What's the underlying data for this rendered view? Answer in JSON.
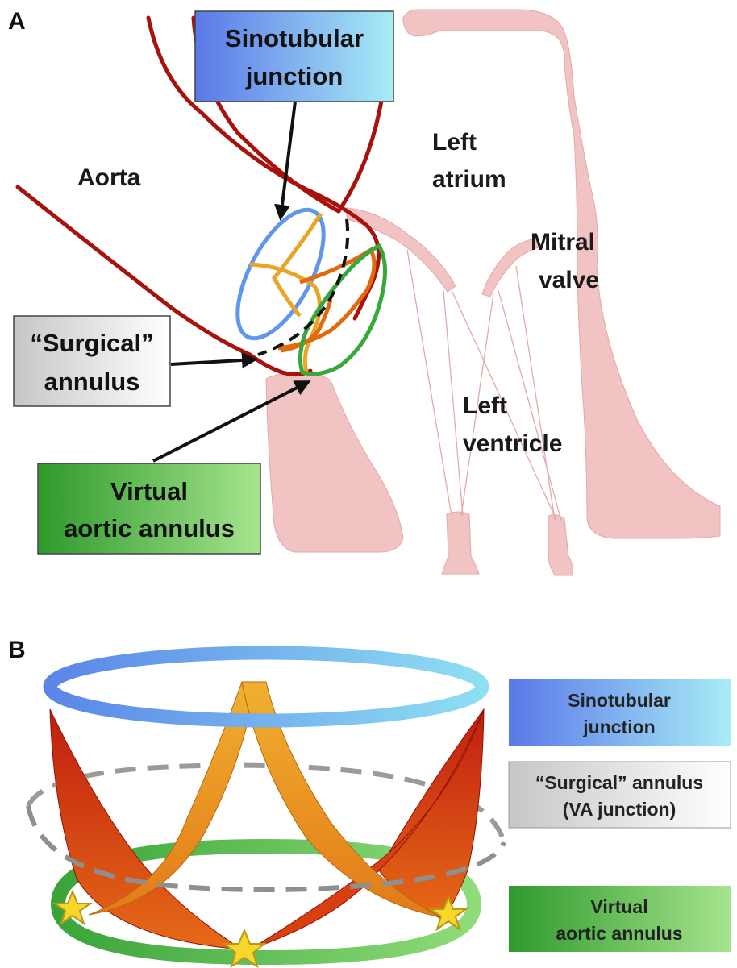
{
  "panel_a": {
    "letter": "A",
    "labels": {
      "aorta": "Aorta",
      "left_atrium_1": "Left",
      "left_atrium_2": "atrium",
      "mitral_1": "Mitral",
      "mitral_2": "valve",
      "left_ventricle_1": "Left",
      "left_ventricle_2": "ventricle"
    },
    "boxes": {
      "sinotubular_1": "Sinotubular",
      "sinotubular_2": "junction",
      "surgical_1": "“Surgical”",
      "surgical_2": "annulus",
      "virtual_1": "Virtual",
      "virtual_2": "aortic annulus"
    }
  },
  "panel_b": {
    "letter": "B",
    "legend": {
      "sinotubular_1": "Sinotubular",
      "sinotubular_2": "junction",
      "surgical_1": "“Surgical” annulus",
      "surgical_2": "(VA junction)",
      "virtual_1": "Virtual",
      "virtual_2": "aortic annulus"
    }
  },
  "colors": {
    "aorta_wall": "#a8120c",
    "cusp_orange": "#e06a10",
    "cusp_gold": "#e8a628",
    "ring_blue": "#5f97ec",
    "ring_green": "#39a83a",
    "tissue_pink": "#f2c3c3",
    "dashed_gray": "#9a9a9a"
  }
}
